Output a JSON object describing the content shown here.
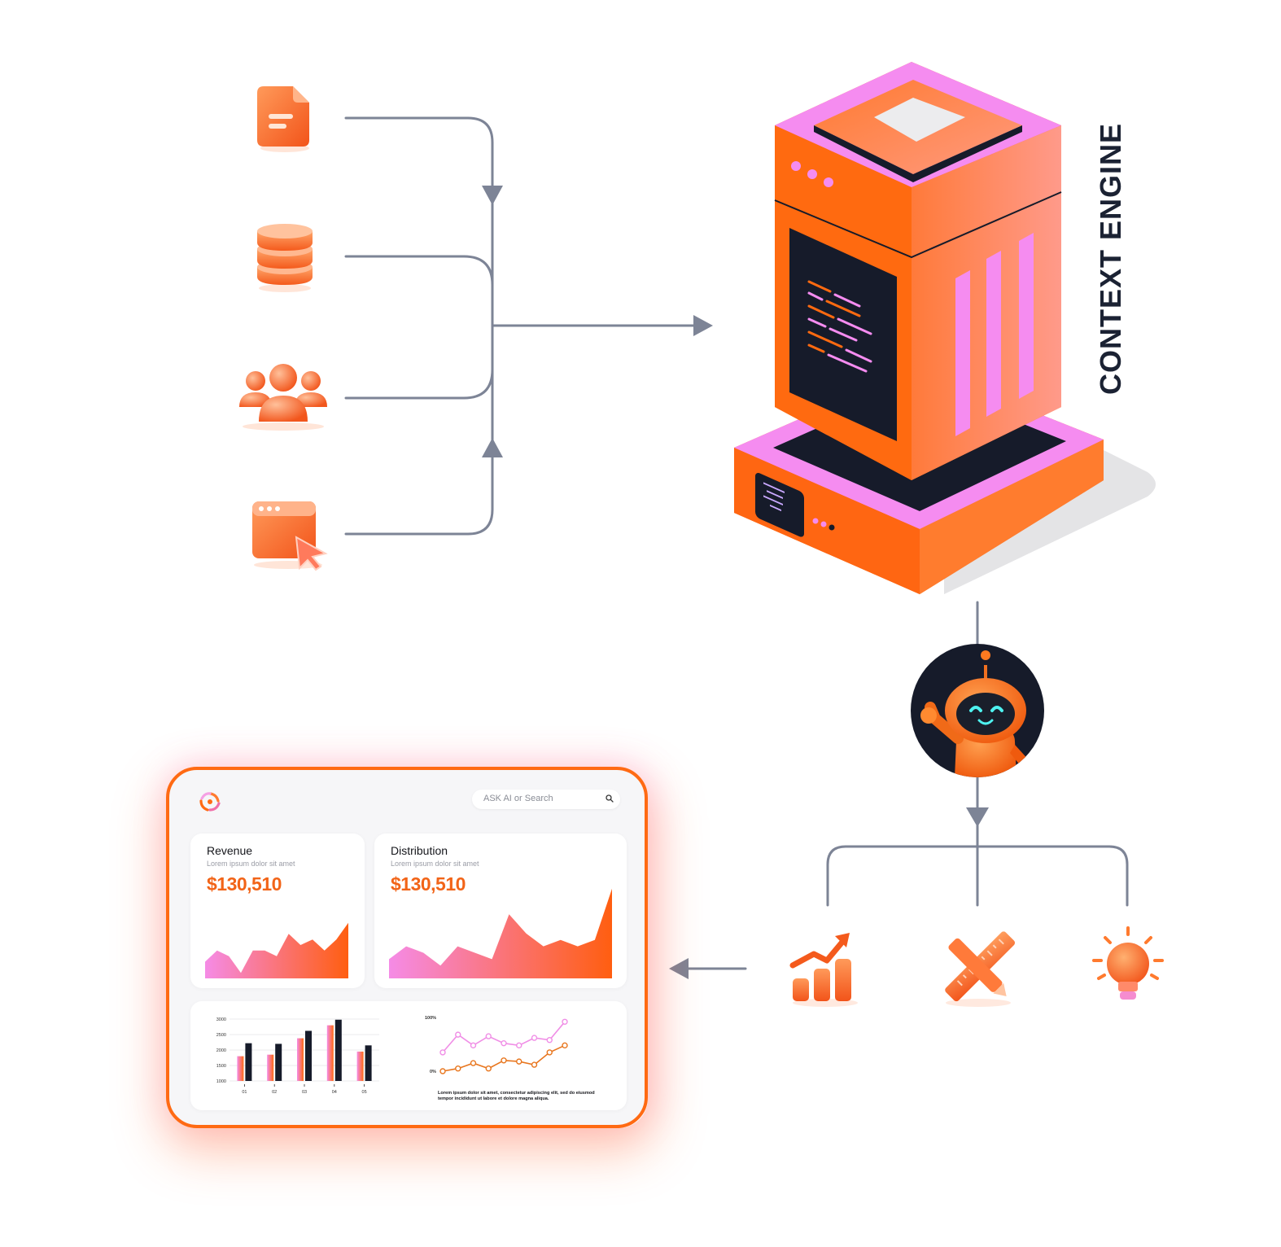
{
  "engine": {
    "title": "CONTEXT ENGINE"
  },
  "sources": [
    {
      "icon": "document-icon"
    },
    {
      "icon": "database-icon"
    },
    {
      "icon": "users-icon"
    },
    {
      "icon": "browser-click-icon"
    }
  ],
  "outputs": [
    {
      "icon": "growth-chart-icon"
    },
    {
      "icon": "design-tools-icon"
    },
    {
      "icon": "lightbulb-icon"
    }
  ],
  "dashboard": {
    "search_placeholder": "ASK AI or Search",
    "revenue": {
      "title": "Revenue",
      "subtitle": "Lorem ipsum dolor sit amet",
      "value": "$130,510"
    },
    "distribution": {
      "title": "Distribution",
      "subtitle": "Lorem ipsum dolor sit amet",
      "value": "$130,510"
    },
    "line_note": "Lorem ipsum dolor sit amet, consectetur adipiscing elit, sed do eiusmod tempor incididunt ut labore et dolore magna aliqua."
  },
  "colors": {
    "accent": "#ff6a13",
    "pink": "#f48be6",
    "navy": "#161b2a",
    "connector": "#7d8496"
  },
  "chart_data": [
    {
      "type": "area",
      "title": "Revenue",
      "x": [
        0,
        1,
        2,
        3,
        4,
        5,
        6,
        7,
        8,
        9,
        10,
        11,
        12
      ],
      "values": [
        3,
        5,
        4,
        1,
        5,
        5,
        4,
        8,
        6,
        7,
        5,
        7,
        10
      ],
      "ylim": [
        0,
        12
      ]
    },
    {
      "type": "area",
      "title": "Distribution",
      "x": [
        0,
        1,
        2,
        3,
        4,
        5,
        6,
        7,
        8,
        9,
        10,
        11,
        12,
        13
      ],
      "values": [
        3,
        5,
        4,
        2,
        5,
        4,
        3,
        10,
        7,
        5,
        6,
        5,
        6,
        14
      ],
      "ylim": [
        0,
        16
      ]
    },
    {
      "type": "bar",
      "categories": [
        "01",
        "02",
        "03",
        "04",
        "05"
      ],
      "yticks": [
        "3000",
        "2500",
        "2000",
        "1500",
        "1000"
      ],
      "ylim": [
        1000,
        3000
      ],
      "series": [
        {
          "values": [
            1800,
            1850,
            2380,
            2800,
            1950
          ]
        },
        {
          "values": [
            2220,
            2200,
            2620,
            2980,
            2150
          ]
        }
      ]
    },
    {
      "type": "line",
      "yticks": [
        "100%",
        "0%"
      ],
      "ylim": [
        0,
        100
      ],
      "x": [
        0,
        1,
        2,
        3,
        4,
        5,
        6,
        7,
        8
      ],
      "series": [
        {
          "values": [
            35,
            68,
            48,
            65,
            52,
            48,
            62,
            58,
            92
          ]
        },
        {
          "values": [
            0,
            5,
            15,
            5,
            20,
            18,
            12,
            35,
            48
          ]
        }
      ]
    }
  ]
}
